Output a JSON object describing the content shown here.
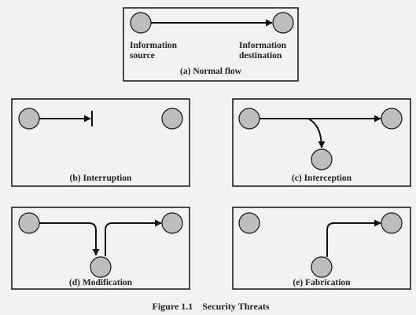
{
  "diagrams": {
    "normal": {
      "caption": "(a) Normal flow",
      "source_label_line1": "Information",
      "source_label_line2": "source",
      "destination_label_line1": "Information",
      "destination_label_line2": "destination"
    },
    "interruption": {
      "caption": "(b) Interruption"
    },
    "interception": {
      "caption": "(c) Interception"
    },
    "modification": {
      "caption": "(d) Modification"
    },
    "fabrication": {
      "caption": "(e) Fabrication"
    }
  },
  "figure_caption": "Figure 1.1    Security Threats",
  "colors": {
    "node_fill": "#bdbdbd",
    "stroke": "#111111",
    "background": "#f2f2f2"
  }
}
